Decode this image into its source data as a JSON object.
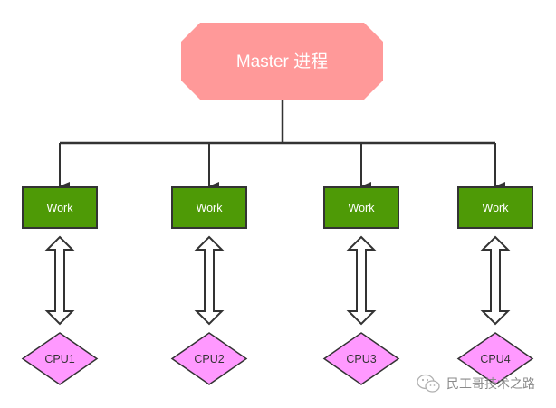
{
  "diagram": {
    "master": {
      "label": "Master 进程",
      "fill": "#ff9999",
      "text_color": "#ffffff"
    },
    "workers": [
      {
        "label": "Work",
        "cpu": "CPU1"
      },
      {
        "label": "Work",
        "cpu": "CPU2"
      },
      {
        "label": "Work",
        "cpu": "CPU3"
      },
      {
        "label": "Work",
        "cpu": "CPU4"
      }
    ],
    "colors": {
      "worker_fill": "#4e9a06",
      "worker_text": "#ffffff",
      "cpu_fill": "#ff99ff",
      "cpu_text": "#333333",
      "line": "#333333",
      "double_arrow_fill": "#ffffff"
    }
  },
  "watermark": {
    "text": "民工哥技术之路",
    "icon": "wechat-icon"
  }
}
